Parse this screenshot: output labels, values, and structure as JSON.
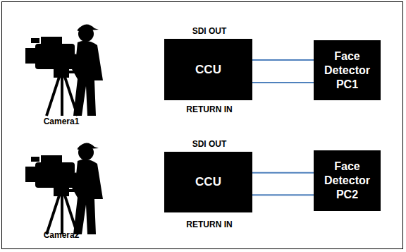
{
  "diagram": {
    "nodes": [
      {
        "text": [
          "CCU"
        ]
      },
      {
        "text": [
          "Face Detector PC1"
        ]
      },
      {
        "text": [
          "CCU"
        ]
      },
      {
        "text": [
          "Face Detector PC2"
        ]
      }
    ],
    "edges": [
      {
        "from": 0,
        "to": 1,
        "arrow": "none"
      },
      {
        "from": 0,
        "to": 1,
        "arrow": "none"
      },
      {
        "from": 2,
        "to": 3,
        "arrow": "none"
      },
      {
        "from": 2,
        "to": 3,
        "arrow": "none"
      }
    ],
    "labels": [
      "Camera1",
      "SDI OUT",
      "RETURN IN",
      "Camera2",
      "SDI OUT",
      "RETURN IN"
    ]
  }
}
